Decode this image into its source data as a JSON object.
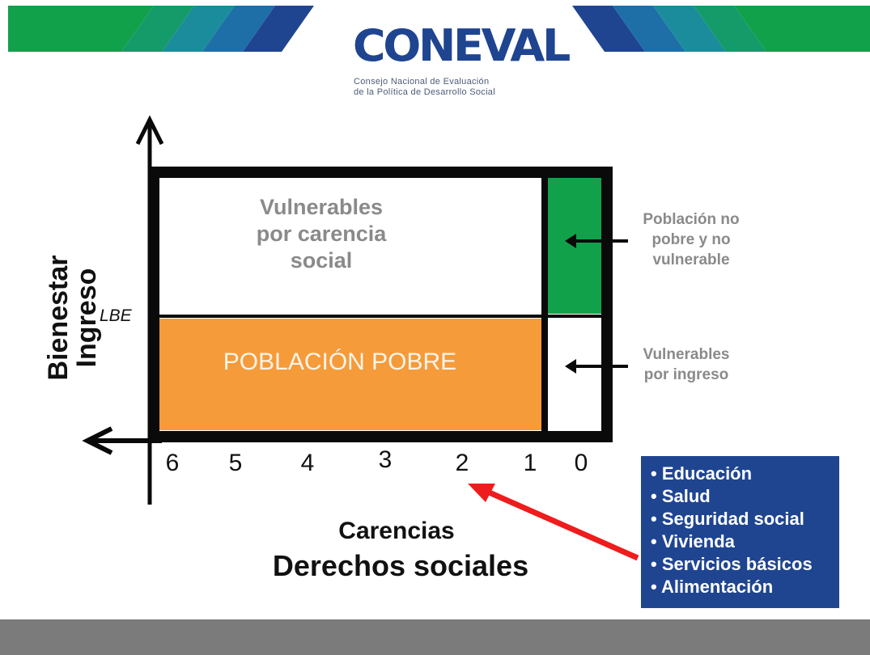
{
  "colors": {
    "green": "#12a14b",
    "teal": "#1b8c9c",
    "blue": "#1f4591",
    "orange": "#f59b3a",
    "arrow_red": "#ee1c1c",
    "footer_gray": "#7b7b7b"
  },
  "logo": {
    "word": "CONEVAL",
    "subtitle_line1": "Consejo Nacional de Evaluación",
    "subtitle_line2": "de la Política de Desarrollo Social"
  },
  "diagram": {
    "y_axis": {
      "line1": "Bienestar",
      "line2": "Ingreso",
      "threshold_label": "LBE"
    },
    "regions": {
      "vulnerables_carencia": [
        "Vulnerables",
        "por carencia",
        "social"
      ],
      "poblacion_pobre": "POBLACIÓN POBRE"
    },
    "side_labels": {
      "no_pobre": [
        "Población no",
        "pobre y no",
        "vulnerable"
      ],
      "vulnerables_ingreso": [
        "Vulnerables",
        "por ingreso"
      ]
    },
    "x_ticks": [
      "6",
      "5",
      "4",
      "3",
      "2",
      "1",
      "0"
    ],
    "x_axis": {
      "line1": "Carencias",
      "line2": "Derechos sociales"
    },
    "carencias_list": [
      "• Educación",
      "• Salud",
      "• Seguridad social",
      "• Vivienda",
      "• Servicios básicos",
      "• Alimentación"
    ]
  }
}
